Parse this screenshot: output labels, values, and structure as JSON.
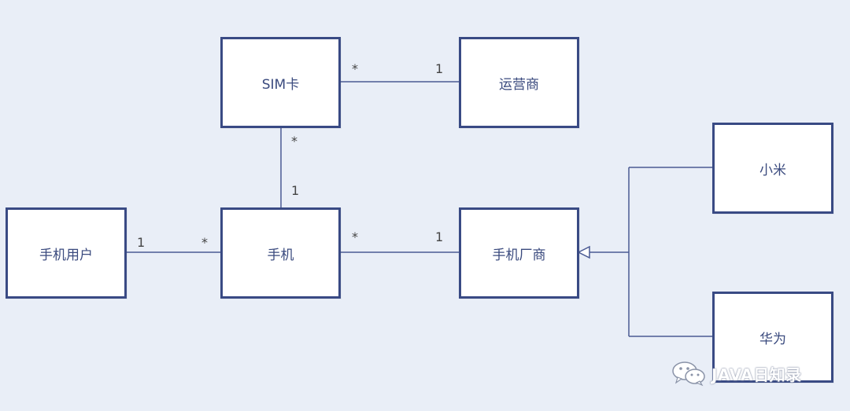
{
  "boxes": {
    "sim": "SIM卡",
    "operator": "运营商",
    "user": "手机用户",
    "phone": "手机",
    "maker": "手机厂商",
    "xiaomi": "小米",
    "huawei": "华为"
  },
  "multiplicities": {
    "sim_operator_sim_end": "*",
    "sim_operator_operator_end": "1",
    "sim_phone_sim_end": "*",
    "sim_phone_phone_end": "1",
    "user_phone_user_end": "1",
    "user_phone_phone_end": "*",
    "phone_maker_phone_end": "*",
    "phone_maker_maker_end": "1"
  },
  "watermark": {
    "icon": "wechat-icon",
    "text": "JAVA日知录"
  },
  "colors": {
    "background": "#e9eef7",
    "border": "#394a84",
    "line": "#4a5a94",
    "text": "#3a4a7e"
  }
}
